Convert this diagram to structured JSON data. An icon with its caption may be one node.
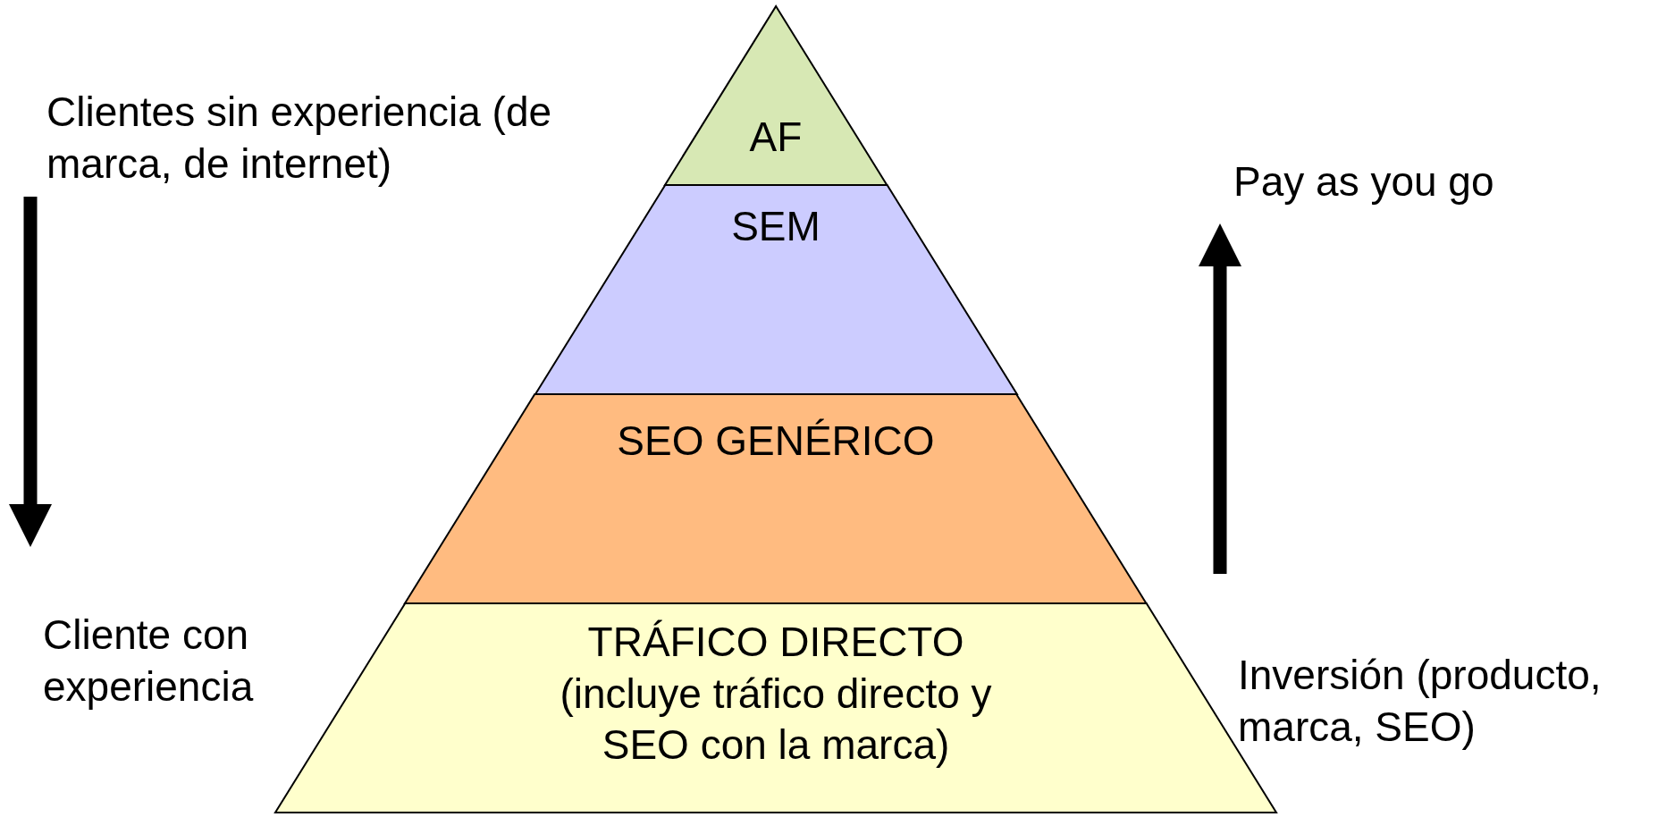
{
  "diagram": {
    "nodes": [
      {
        "text": [
          "AF"
        ]
      },
      {
        "text": [
          "SEM"
        ]
      },
      {
        "text": [
          "SEO GENÉRICO"
        ]
      },
      {
        "text": [
          "TRÁFICO DIRECTO (incluye tráfico directo y SEO con la marca)"
        ]
      }
    ],
    "edges": [],
    "labels": [
      "Clientes sin experiencia (de marca, de internet)",
      "Pay as you go",
      "Cliente con experiencia",
      "Inversión (producto, marca, SEO)"
    ]
  }
}
